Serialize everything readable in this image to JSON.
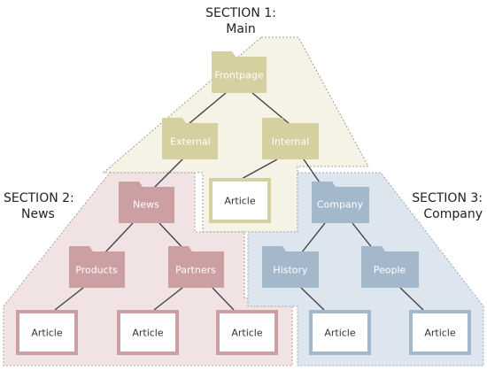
{
  "sections": {
    "main": {
      "heading": "SECTION 1:",
      "name": "Main"
    },
    "news": {
      "heading": "SECTION 2:",
      "name": "News"
    },
    "company": {
      "heading": "SECTION 3:",
      "name": "Company"
    }
  },
  "colors": {
    "main_folder": "#d6cfa0",
    "main_region": "#f5f2e6",
    "news_folder": "#cc9fa3",
    "news_region": "#f1e2e3",
    "company_folder": "#a4b8cc",
    "company_region": "#dde6ef",
    "article_fill": "#ffffff"
  },
  "nodes": {
    "frontpage": {
      "label": "Frontpage"
    },
    "external": {
      "label": "External"
    },
    "internal": {
      "label": "Internal"
    },
    "internal_article": {
      "label": "Article"
    },
    "news": {
      "label": "News"
    },
    "company": {
      "label": "Company"
    },
    "products": {
      "label": "Products"
    },
    "partners": {
      "label": "Partners"
    },
    "history": {
      "label": "History"
    },
    "people": {
      "label": "People"
    },
    "products_article": {
      "label": "Article"
    },
    "news_article_mid": {
      "label": "Article"
    },
    "partners_article": {
      "label": "Article"
    },
    "history_article": {
      "label": "Article"
    },
    "people_article": {
      "label": "Article"
    }
  }
}
